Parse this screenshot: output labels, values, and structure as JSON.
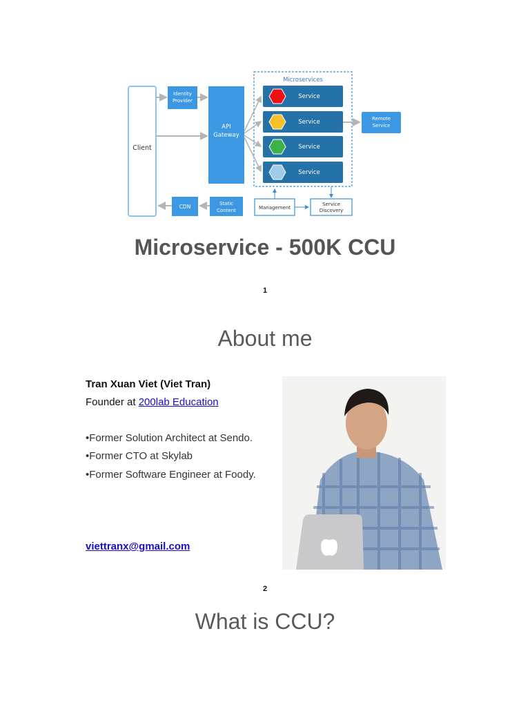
{
  "diagram": {
    "microservices_label": "Microservices",
    "client": "Client",
    "identity_provider": [
      "Identity",
      "Provider"
    ],
    "api_gateway": [
      "API",
      "Gateway"
    ],
    "services": [
      "Service",
      "Service",
      "Service",
      "Service"
    ],
    "service_colors": [
      "#ee1111",
      "#f6c026",
      "#3cb34a",
      "#9fcbe8"
    ],
    "remote_service": [
      "Remote",
      "Service"
    ],
    "cdn": "CDN",
    "static_content": [
      "Static",
      "Content"
    ],
    "management": "Management",
    "service_discovery": [
      "Service",
      "Discovery"
    ]
  },
  "slide1": {
    "title": "Microservice - 500K CCU",
    "page": "1"
  },
  "slide2": {
    "heading": "About me",
    "name": "Tran Xuan Viet (Viet Tran)",
    "founder_prefix": "Founder at ",
    "founder_link": "200lab Education",
    "bullets": [
      "•Former Solution Architect at Sendo.",
      "•Former CTO at Skylab",
      "•Former Software Engineer at Foody."
    ],
    "email": "viettranx@gmail.com",
    "page": "2"
  },
  "slide3": {
    "heading": "What is CCU?"
  }
}
